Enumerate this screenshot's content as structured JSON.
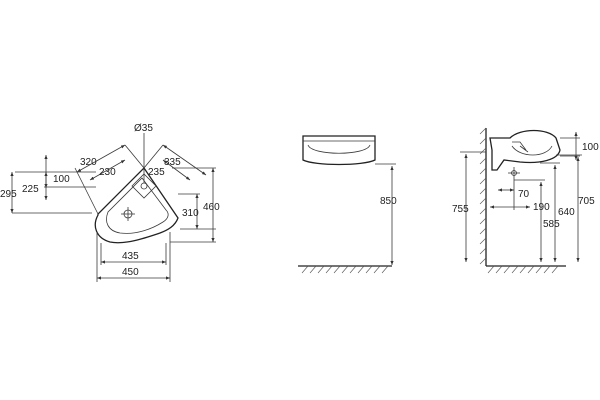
{
  "top_view": {
    "dia": "Ø35",
    "left_diag_outer": "320",
    "left_diag_inner": "230",
    "right_diag_outer": "335",
    "right_diag_inner": "235",
    "height_100": "100",
    "height_225": "225",
    "height_295": "295",
    "right_310": "310",
    "right_460": "460",
    "bottom_435": "435",
    "bottom_450": "450"
  },
  "front_view": {
    "height_850": "850"
  },
  "side_view": {
    "top_100": "100",
    "d_70": "70",
    "d_190": "190",
    "h_755": "755",
    "h_640": "640",
    "h_585": "585",
    "h_705": "705"
  }
}
